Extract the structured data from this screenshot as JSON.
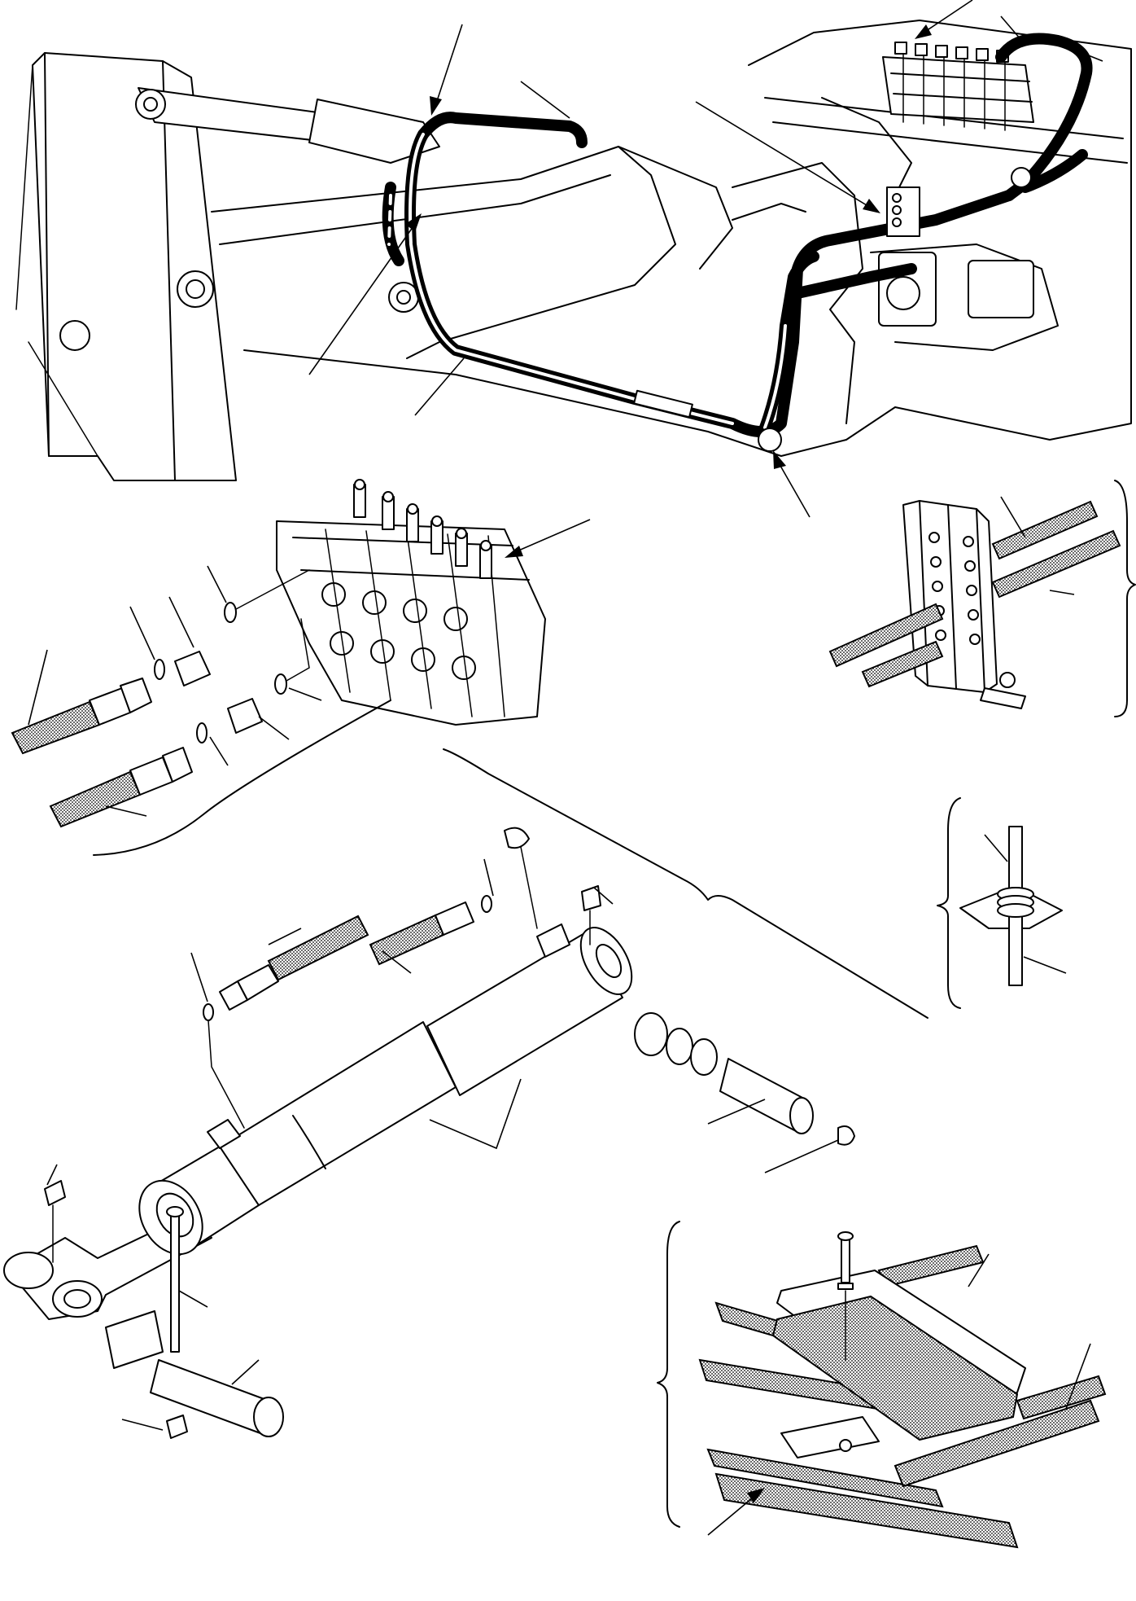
{
  "figure": {
    "kind": "exploded-parts-diagram",
    "labels_shown": false,
    "views": [
      "boom-hose-routing-overview",
      "control-valve-fittings-detail",
      "hose-clamp-bracket-detail",
      "grommet-pass-through-detail",
      "hydraulic-cylinder-exploded",
      "hose-clamp-plate-detail"
    ]
  }
}
